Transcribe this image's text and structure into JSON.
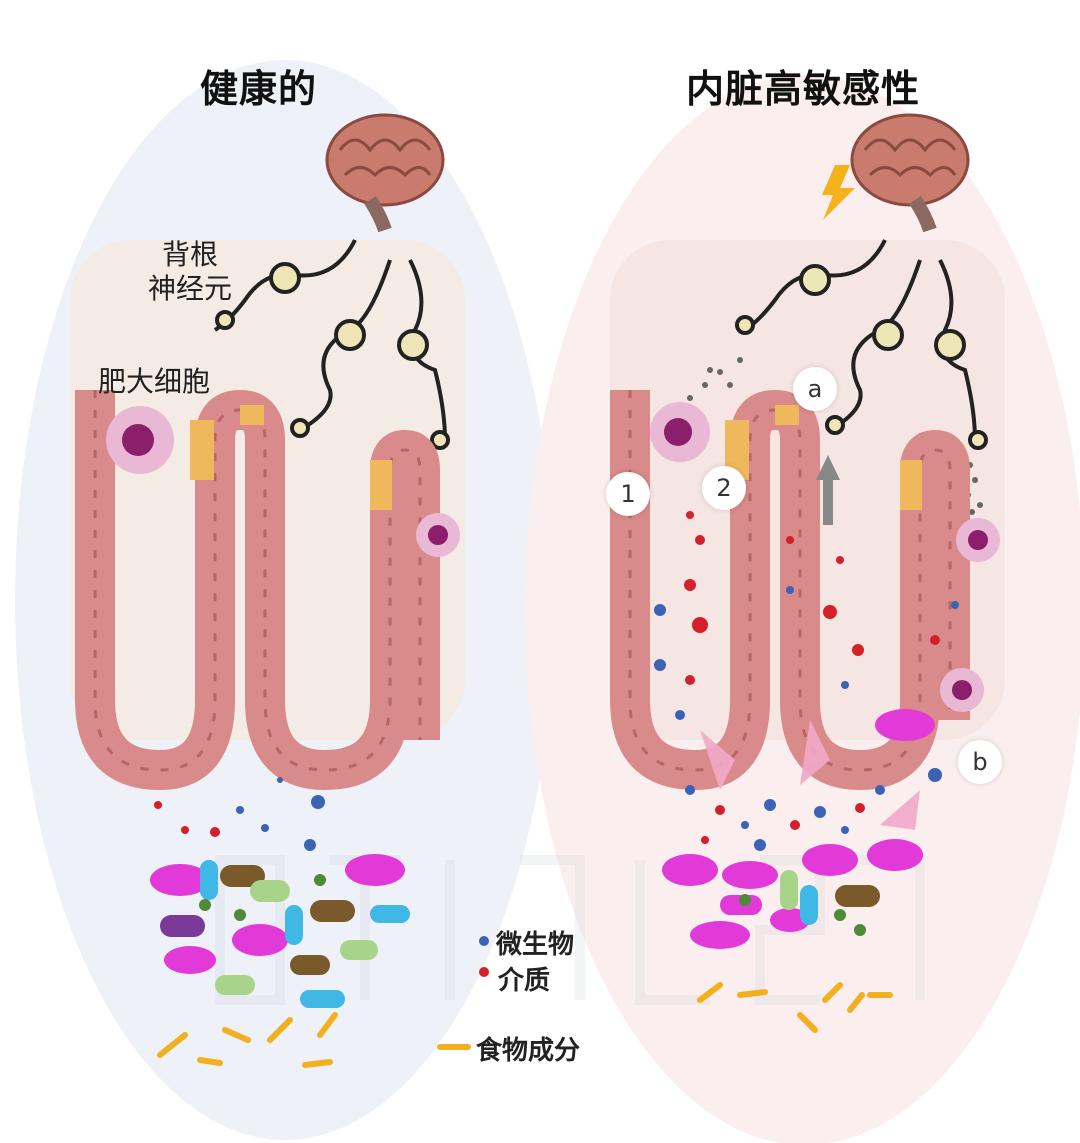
{
  "titles": {
    "healthy": "健康的",
    "hypersensitive": "内脏高敏感性"
  },
  "labels": {
    "drg_line1": "背根",
    "drg_line2": "神经元",
    "mast_cell": "肥大细胞"
  },
  "legend": {
    "microbes": "微生物",
    "mediators": "介质",
    "food": "食物成分"
  },
  "markers": {
    "m1": "1",
    "m2": "2",
    "ma": "a",
    "mb": "b"
  },
  "colors": {
    "epithelium": "#d98a8a",
    "epithelium_dark": "#b86565",
    "goblet": "#f0b85c",
    "mast_cell": "#e9b8d4",
    "mast_nucleus": "#8b1f6b",
    "brain": "#c97b6e",
    "neuron_body": "#efe6b8",
    "microbe_blue": "#3a63b5",
    "mediator_red": "#d3202a",
    "bacteria_magenta": "#e23ad8",
    "food_yellow": "#f2b01e",
    "bg_left": "#eef1f8",
    "bg_right": "#fbeeee",
    "lightning": "#f5b21a"
  }
}
